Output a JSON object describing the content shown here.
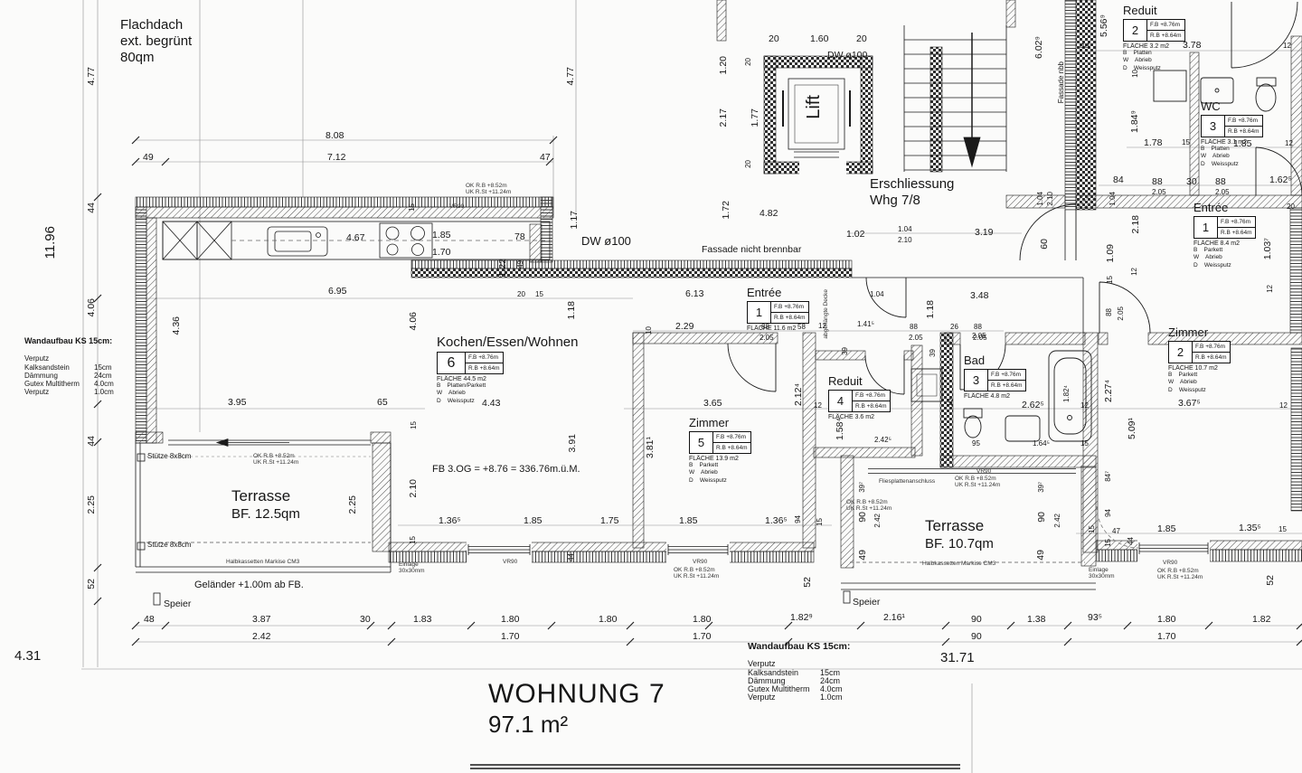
{
  "title": {
    "name": "WOHNUNG 7",
    "area": "97.1 m²"
  },
  "notes": {
    "flachdach1": "Flachdach",
    "flachdach2": "ext. begrünt",
    "flachdach3": "80qm",
    "wandaufbau_title": "Wandaufbau KS 15cm:",
    "wa_rows": [
      {
        "m": "Verputz",
        "v": ""
      },
      {
        "m": "Kalksandstein",
        "v": "15cm"
      },
      {
        "m": "Dämmung",
        "v": "24cm"
      },
      {
        "m": "Gutex Multitherm",
        "v": "4.0cm"
      },
      {
        "m": "Verputz",
        "v": "1.0cm"
      }
    ],
    "erschliessung1": "Erschliessung",
    "erschliessung2": "Whg 7/8",
    "fassade_nb": "Fassade nicht brennbar",
    "fassade_nbb": "Fassade nbb",
    "dw100": "DW ø100",
    "lift": "Lift",
    "fb_og": "FB 3.OG = +8.76 = 336.76m.ü.M.",
    "gelaender": "Geländer +1.00m ab FB.",
    "speier": "Speier",
    "stuetze": "Stütze 8x8cm",
    "markise": "Halbkassetten Markise CM3",
    "einlage1": "Einlage",
    "einlage2": "30x30mm",
    "vr90": "VR90",
    "window_ok": "OK R.B  +8.52m",
    "window_uk": "UK R.St  +11.24m",
    "decke": "abgehängte Decke",
    "plattenanschluss": "Fliesplattenanschluss",
    "terrasse": "Terrasse",
    "t1_area": "BF. 12.5qm",
    "t2_area": "BF. 10.7qm"
  },
  "rooms": [
    {
      "name": "Kochen/Essen/Wohnen",
      "num": "6",
      "fb": "F.B  +8.76m",
      "rb": "R.B  +8.64m",
      "fl": "FLÄCHE 44.5 m2",
      "fin": [
        "B    Platten/Parkett",
        "W    Abrieb",
        "D    Weissputz"
      ]
    },
    {
      "name": "Entrée",
      "num": "1",
      "fb": "F.B  +8.76m",
      "rb": "R.B  +8.64m",
      "fl": "FLÄCHE 11.6 m2",
      "fin": []
    },
    {
      "name": "Zimmer",
      "num": "5",
      "fb": "F.B  +8.76m",
      "rb": "R.B  +8.64m",
      "fl": "FLÄCHE 13.9 m2",
      "fin": [
        "B    Parkett",
        "W    Abrieb",
        "D    Weissputz"
      ]
    },
    {
      "name": "Reduit",
      "num": "4",
      "fb": "F.B  +8.76m",
      "rb": "R.B  +8.64m",
      "fl": "FLÄCHE 3.6 m2",
      "fin": []
    },
    {
      "name": "Bad",
      "num": "3",
      "fb": "F.B  +8.76m",
      "rb": "R.B  +8.64m",
      "fl": "FLÄCHE 4.8 m2",
      "fin": []
    },
    {
      "name": "Reduit",
      "num": "2",
      "fb": "F.B  +8.76m",
      "rb": "R.B  +8.64m",
      "fl": "FLÄCHE 3.2 m2",
      "fin": [
        "B    Platten",
        "W    Abrieb",
        "D    Weissputz"
      ]
    },
    {
      "name": "WC",
      "num": "3",
      "fb": "F.B  +8.76m",
      "rb": "R.B  +8.64m",
      "fl": "FLÄCHE 3.1 m2",
      "fin": [
        "B    Platten",
        "W    Abrieb",
        "D    Weissputz"
      ]
    },
    {
      "name": "Entrée",
      "num": "1",
      "fb": "F.B  +8.76m",
      "rb": "R.B  +8.64m",
      "fl": "FLÄCHE 8.4 m2",
      "fin": [
        "B    Parkett",
        "W    Abrieb",
        "D    Weissputz"
      ]
    },
    {
      "name": "Zimmer",
      "num": "2",
      "fb": "F.B  +8.76m",
      "rb": "R.B  +8.64m",
      "fl": "FLÄCHE 10.7 m2",
      "fin": [
        "B    Parkett",
        "W    Abrieb",
        "D    Weissputz"
      ]
    }
  ],
  "dims": [
    "4.77",
    "8.08",
    "49",
    "7.12",
    "47",
    "4.77",
    "11.96",
    "44",
    "4.06",
    "4.36",
    "6.95",
    "4.06",
    "3.95",
    "65",
    "44",
    "2.25",
    "2.25",
    "52",
    "4.31",
    "48",
    "3.87",
    "2.42",
    "30",
    "1.83",
    "1.80",
    "1.70",
    "1.80",
    "1.80",
    "1.70",
    "1.82⁹",
    "2.16¹",
    "90",
    "90",
    "1.38",
    "93⁵",
    "1.80",
    "1.70",
    "1.82",
    "31.71",
    "52",
    "1.20",
    "20",
    "1.60",
    "20",
    "2.17",
    "1.77",
    "20",
    "20",
    "6.02⁹",
    "1.72",
    "1.17",
    "1.04",
    "2.10",
    "1.04",
    "2.10",
    "3.19",
    "60",
    "1.04",
    "84",
    "4.82",
    "1.02",
    "3.48",
    "1.18",
    "1.18",
    "1.04",
    "1.41⁵",
    "2.29",
    "88",
    "58",
    "12",
    "2.05",
    "88",
    "26",
    "88",
    "2.05",
    "2.05",
    "6.13",
    "10",
    "4.43",
    "4.67",
    "1.85",
    "1.70",
    "78",
    "1.22",
    "15",
    "49",
    "20",
    "15",
    "3.65",
    "2.12⁴",
    "12",
    "39",
    "39",
    "1.58⁴",
    "2.42⁵",
    "2.05",
    "10",
    "2.62⁵",
    "12",
    "95",
    "1.64⁵",
    "15",
    "1.82⁴",
    "2.27⁴",
    "5.09¹",
    "3.67⁵",
    "12",
    "44",
    "5.56⁹",
    "3.78",
    "12",
    "10",
    "1.84⁹",
    "1.78",
    "15",
    "1.85",
    "12",
    "88",
    "30",
    "88",
    "2.05",
    "2.05",
    "1.62⁵",
    "20",
    "2.18",
    "1.09",
    "12",
    "15",
    "88",
    "2.05",
    "1.03⁷",
    "12",
    "3.91",
    "3.81¹",
    "2.10",
    "15",
    "15",
    "1.36⁵",
    "1.85",
    "1.75",
    "1.85",
    "1.36⁵",
    "94",
    "15",
    "44",
    "39⁷",
    "90",
    "2.42",
    "49",
    "39⁷",
    "90",
    "2.42",
    "49",
    "15",
    "84⁷",
    "94",
    "47",
    "15",
    "44",
    "1.85",
    "1.35⁵",
    "15",
    "52"
  ]
}
